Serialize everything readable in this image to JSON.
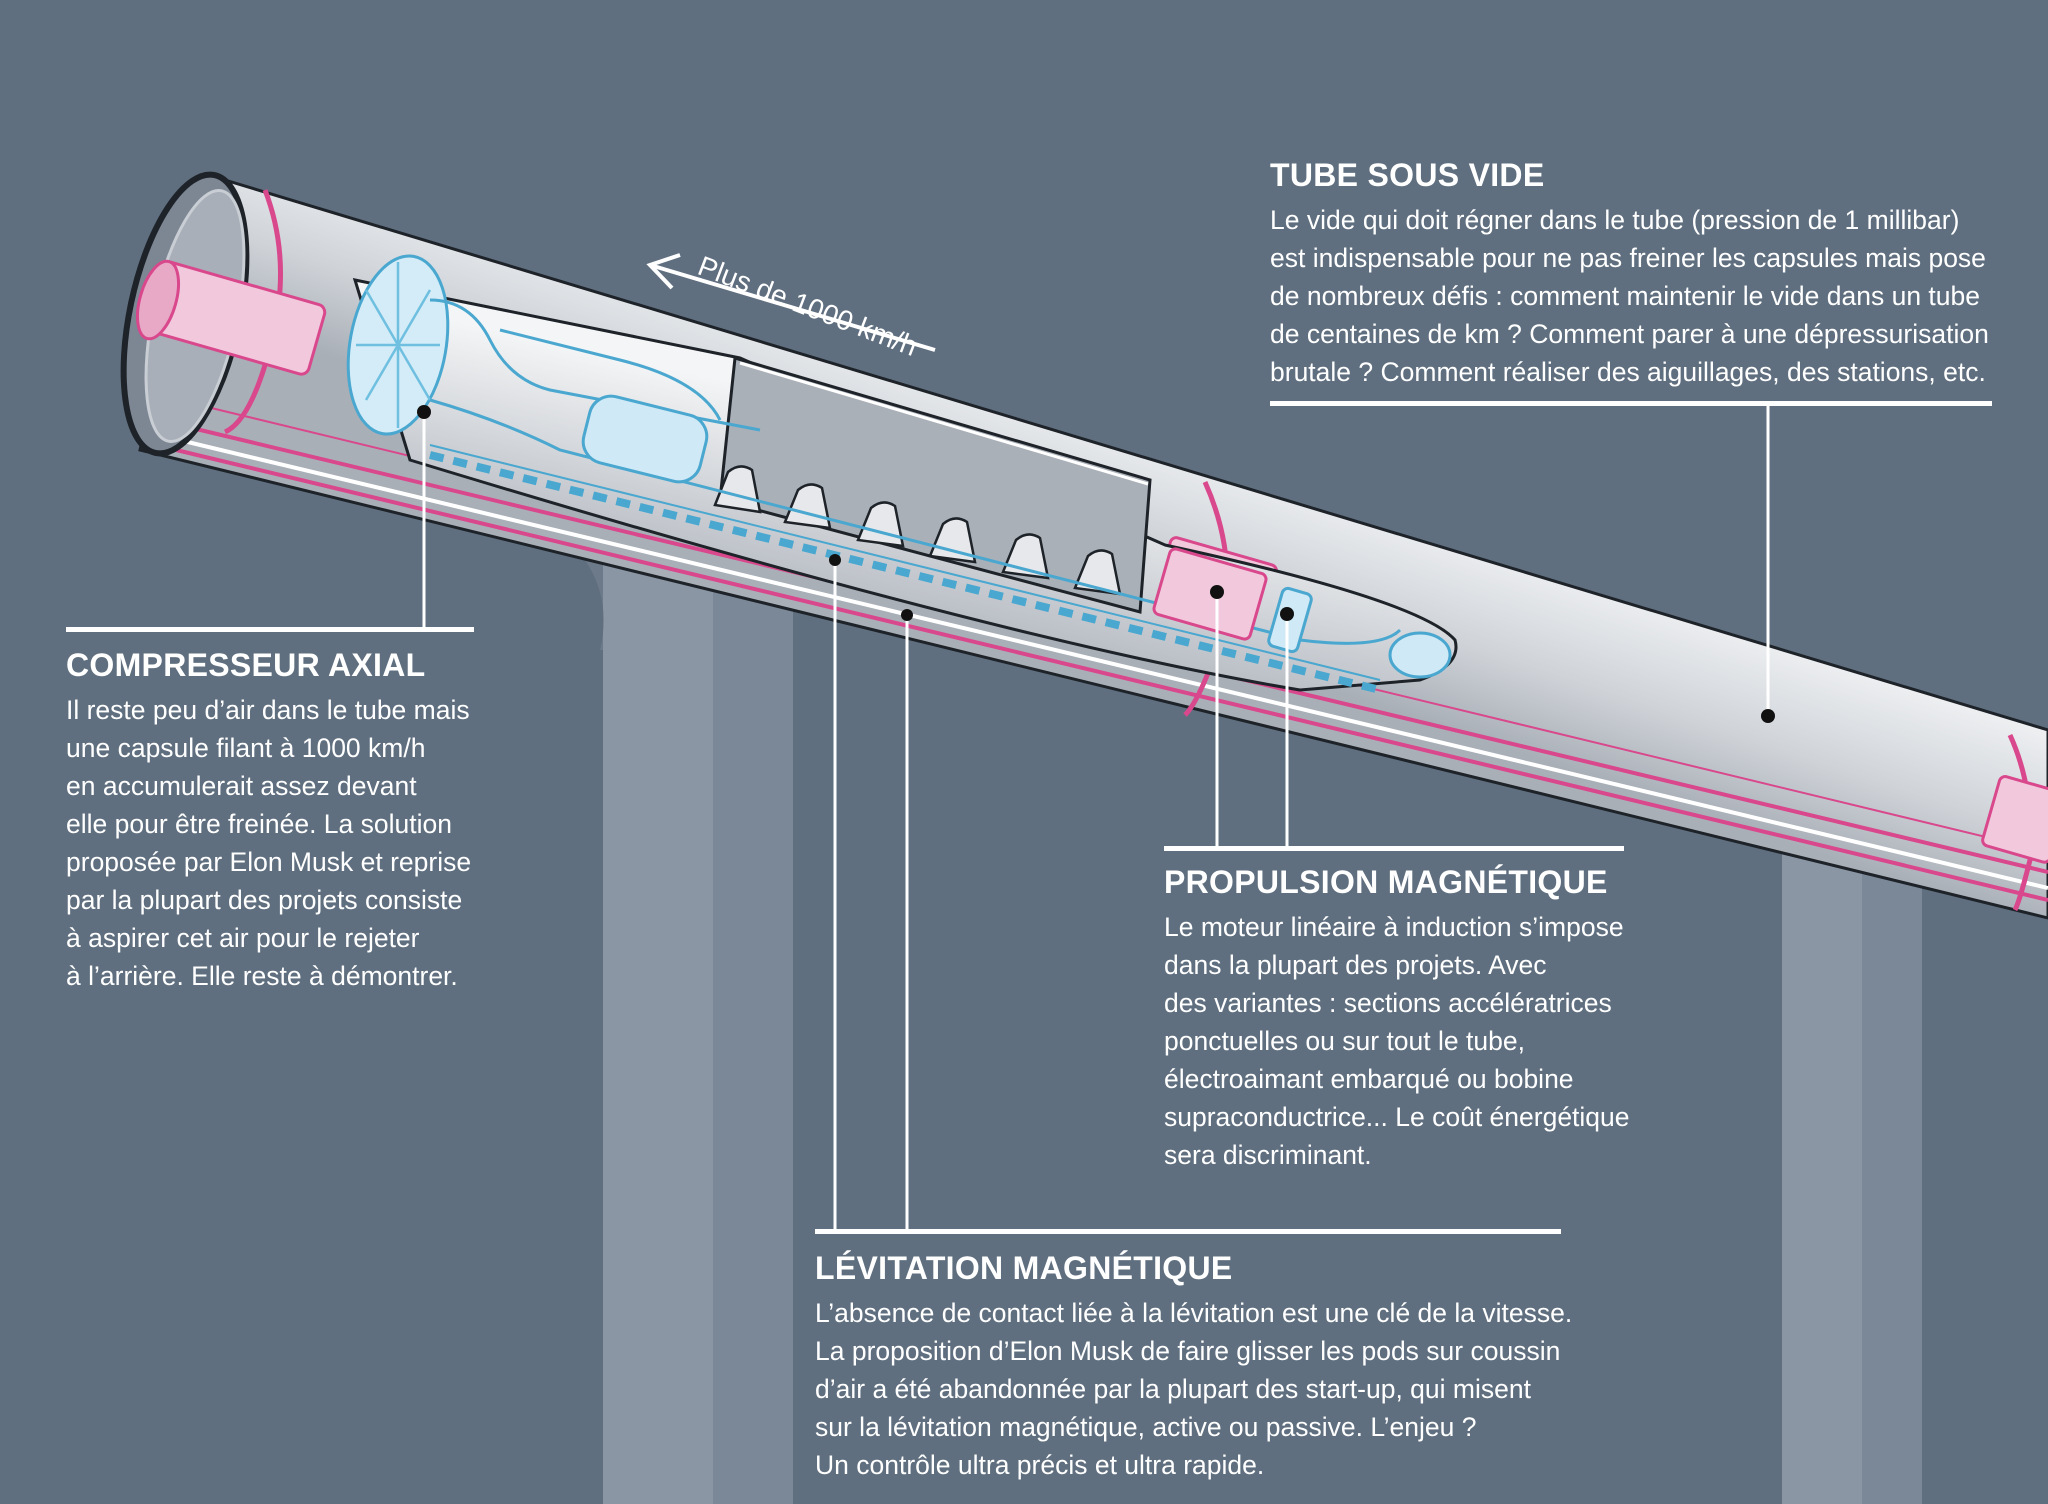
{
  "speed_label": "Plus de 1000 km/h",
  "colors": {
    "background": "#5f6f7f",
    "tube": "#d5d8dc",
    "accent": "#d9488c",
    "capsule_blue": "#9ed6ee",
    "pylon": "#7b8898"
  },
  "annotations": {
    "tube": {
      "title": "TUBE SOUS VIDE",
      "lines": [
        "Le vide qui doit régner dans le tube (pression de 1 millibar)",
        "est indispensable pour ne pas freiner les capsules mais pose",
        "de nombreux défis : comment maintenir le vide dans un tube",
        "de centaines de km ? Comment parer à une dépressurisation",
        "brutale ? Comment réaliser des aiguillages, des stations, etc."
      ]
    },
    "compressor": {
      "title": "COMPRESSEUR AXIAL",
      "lines": [
        "Il reste peu d’air dans le tube mais",
        "une capsule filant à 1000 km/h",
        "en accumulerait assez devant",
        "elle pour être freinée. La solution",
        "proposée par Elon Musk et reprise",
        "par la plupart des projets consiste",
        "à aspirer cet air pour le rejeter",
        "à l’arrière. Elle reste à démontrer."
      ]
    },
    "propulsion": {
      "title": "PROPULSION MAGNÉTIQUE",
      "lines": [
        "Le moteur linéaire à induction s’impose",
        "dans la plupart des projets. Avec",
        "des variantes : sections accélératrices",
        "ponctuelles ou sur tout le tube,",
        "électroaimant embarqué ou bobine",
        "supraconductrice... Le coût énergétique",
        "sera discriminant."
      ]
    },
    "levitation": {
      "title": "LÉVITATION MAGNÉTIQUE",
      "lines": [
        "L’absence de contact liée à la lévitation est une clé de la vitesse.",
        "La proposition d’Elon Musk de faire glisser les pods sur coussin",
        "d’air a été abandonnée par la plupart des start-up, qui misent",
        "sur la lévitation magnétique, active ou passive. L’enjeu ?",
        "Un contrôle ultra précis et ultra rapide."
      ]
    }
  }
}
